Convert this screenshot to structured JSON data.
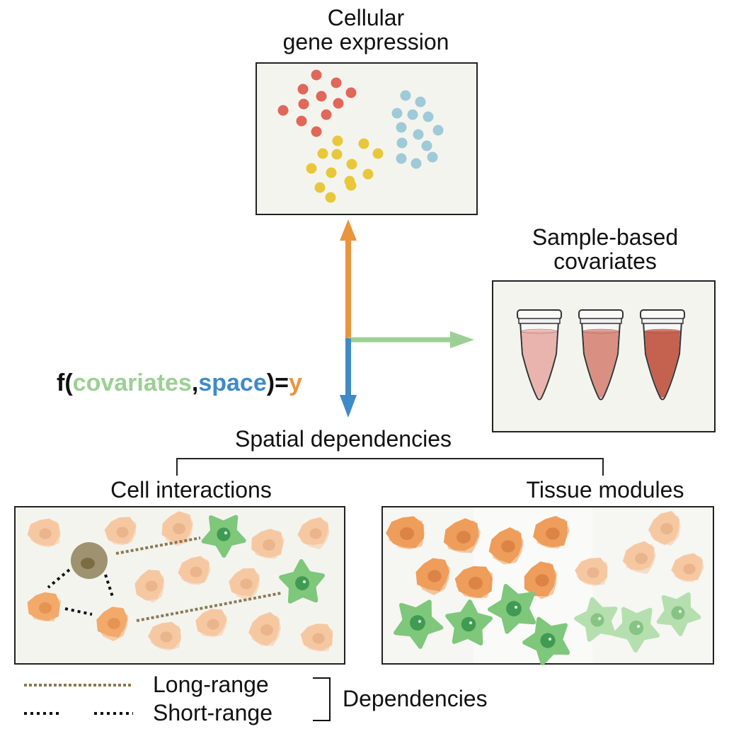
{
  "labels": {
    "gene_expression": [
      "Cellular",
      "gene expression"
    ],
    "covariates": [
      "Sample-based",
      "covariates"
    ],
    "spatial_dependencies": "Spatial dependencies",
    "cell_interactions": "Cell interactions",
    "tissue_modules": "Tissue modules",
    "long_range": "Long-range",
    "short_range": "Short-range",
    "dependencies": "Dependencies"
  },
  "formula": {
    "f_open": "f(",
    "covariates": "covariates",
    "comma": ",",
    "space": "space",
    "close_eq": ")=",
    "y": "y"
  },
  "colors": {
    "covariates": "#9ccf94",
    "space": "#3f8ac8",
    "y": "#e8953e",
    "cluster_red": "#e0675a",
    "cluster_blue": "#9fcad8",
    "cluster_yellow": "#e9c73a",
    "tube_light": "#e8b4ad",
    "tube_mid": "#d98f82",
    "tube_dark": "#c4614f",
    "long_range_line": "#8a7a52",
    "short_range_line": "#111111"
  }
}
